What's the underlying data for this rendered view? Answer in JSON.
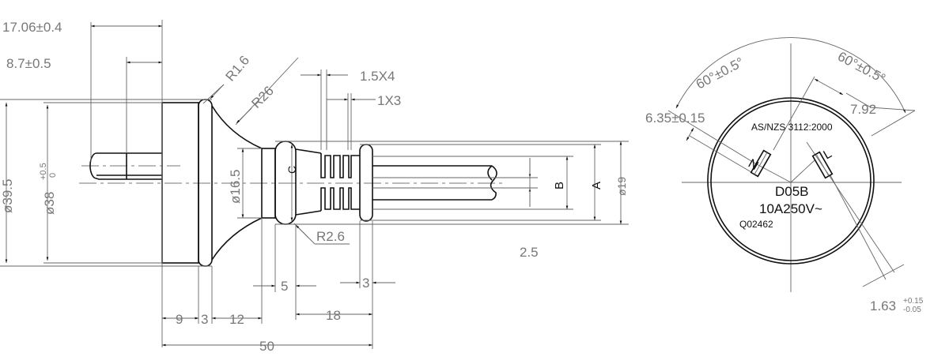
{
  "side_view": {
    "dims": {
      "overall_pin": "17.06±0.4",
      "pin_partial": "8.7±0.5",
      "dia_rim": "ø39.5",
      "dia_face": "ø38",
      "dia_face_tol_upper": "+0.5",
      "dia_face_tol_lower": "0",
      "r_rim": "R1.6",
      "r_flare": "R26",
      "fins_wide": "1.5X4",
      "fins_gap": "1X3",
      "dia_neck": "ø16.5",
      "c_label": "C",
      "r_ring": "R2.6",
      "b_label": "B",
      "a_label": "A",
      "dia_cord": "ø19",
      "cord_note": "2.5",
      "len_5": "5",
      "len_3": "3",
      "len_18": "18",
      "len_9": "9",
      "len_3b": "3",
      "len_12": "12",
      "len_50": "50"
    }
  },
  "face_view": {
    "standard": "AS/NZS 3112:2000",
    "model": "D05B",
    "rating": "10A250V~",
    "code": "Q02462",
    "pin_n": "N",
    "pin_l": "L",
    "angle_left": "60°±0.5°",
    "angle_right": "60°±0.5°",
    "pin_length": "6.35±0.15",
    "pin_offset": "7.92",
    "pin_thickness": "1.63",
    "pin_thickness_tol_upper": "+0.15",
    "pin_thickness_tol_lower": "-0.05"
  }
}
